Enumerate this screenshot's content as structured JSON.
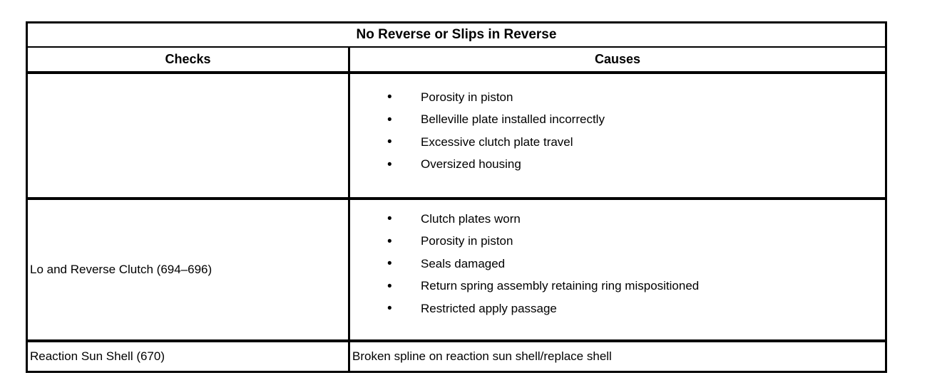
{
  "icons": {
    "bullet": "•"
  },
  "table": {
    "title": "No Reverse or Slips in Reverse",
    "columns": {
      "checks": "Checks",
      "causes": "Causes"
    },
    "rows": [
      {
        "checks": "",
        "causes": [
          "Porosity in piston",
          "Belleville plate installed incorrectly",
          "Excessive clutch plate travel",
          "Oversized housing"
        ]
      },
      {
        "checks": "Lo and Reverse Clutch (694–696)",
        "causes": [
          "Clutch plates worn",
          "Porosity in piston",
          "Seals damaged",
          "Return spring assembly retaining ring mispositioned",
          "Restricted apply passage"
        ]
      },
      {
        "checks": "Reaction Sun Shell (670)",
        "causes_text": "Broken spline on reaction sun shell/replace shell"
      }
    ]
  }
}
